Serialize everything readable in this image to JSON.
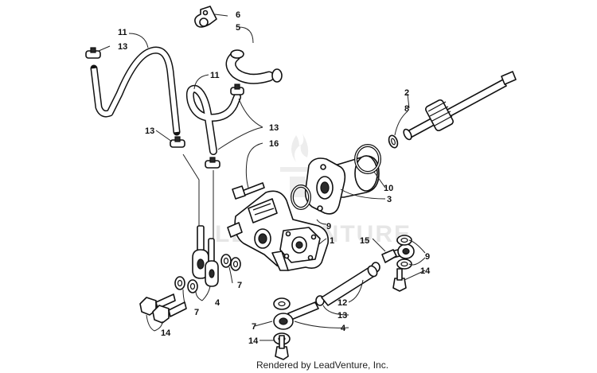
{
  "callouts": [
    {
      "id": "c1",
      "text": "1"
    },
    {
      "id": "c2",
      "text": "2"
    },
    {
      "id": "c3",
      "text": "3"
    },
    {
      "id": "c4a",
      "text": "4"
    },
    {
      "id": "c4b",
      "text": "4"
    },
    {
      "id": "c5",
      "text": "5"
    },
    {
      "id": "c6",
      "text": "6"
    },
    {
      "id": "c7a",
      "text": "7"
    },
    {
      "id": "c7b",
      "text": "7"
    },
    {
      "id": "c7c",
      "text": "7"
    },
    {
      "id": "c8",
      "text": "8"
    },
    {
      "id": "c9a",
      "text": "9"
    },
    {
      "id": "c9b",
      "text": "9"
    },
    {
      "id": "c10",
      "text": "10"
    },
    {
      "id": "c11a",
      "text": "11"
    },
    {
      "id": "c11b",
      "text": "11"
    },
    {
      "id": "c12",
      "text": "12"
    },
    {
      "id": "c13a",
      "text": "13"
    },
    {
      "id": "c13b",
      "text": "13"
    },
    {
      "id": "c13c",
      "text": "13"
    },
    {
      "id": "c13d",
      "text": "13"
    },
    {
      "id": "c14a",
      "text": "14"
    },
    {
      "id": "c14b",
      "text": "14"
    },
    {
      "id": "c14c",
      "text": "14"
    },
    {
      "id": "c15",
      "text": "15"
    },
    {
      "id": "c16",
      "text": "16"
    }
  ],
  "watermark": "LEADVENTURE",
  "credit": "Rendered by LeadVenture, Inc."
}
